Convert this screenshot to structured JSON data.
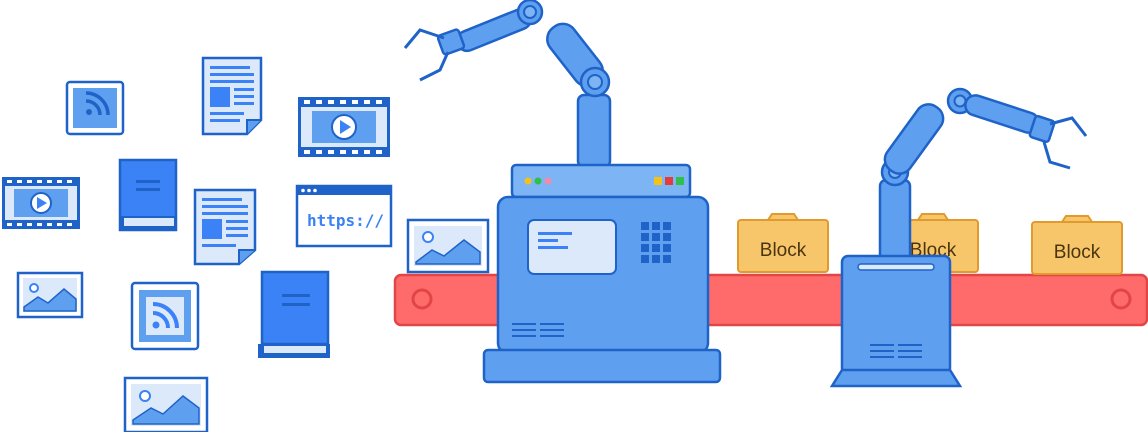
{
  "colors": {
    "outline": "#1f63c8",
    "machine_fill": "#5ea0ef",
    "machine_light": "#7db4f3",
    "screen_fill": "#d8e8fb",
    "icon_blue": "#3b82f6",
    "icon_light": "#dbe9fb",
    "belt": "#ff6b6b",
    "belt_outline": "#e24545",
    "block_fill": "#f7c66a",
    "block_outline": "#e09a2d",
    "block_text": "#4a3510",
    "led_red": "#e63b3b",
    "led_green": "#2fbf4a",
    "led_yellow": "#f2c21b",
    "led_pink": "#f08bb0"
  },
  "conveyor": {
    "blocks": [
      {
        "label": "Block"
      },
      {
        "label": "Block"
      },
      {
        "label": "Block"
      }
    ]
  },
  "icons": {
    "url_text": "https://"
  }
}
